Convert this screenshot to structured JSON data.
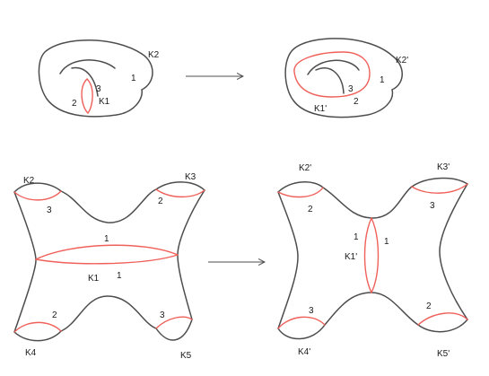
{
  "colors": {
    "surface": "#4d4d4d",
    "curve": "#f0605a",
    "arrow": "#4d4d4d"
  },
  "top_left": {
    "k1": "K1",
    "k2": "K2",
    "n1": "1",
    "n2": "2",
    "n3": "3"
  },
  "top_right": {
    "k1p": "K1'",
    "k2p": "K2'",
    "n1": "1",
    "n2": "2",
    "n3": "3"
  },
  "bottom_left": {
    "k1": "K1",
    "k2": "K2",
    "k3": "K3",
    "k4": "K4",
    "k5": "K5",
    "n1_top": "1",
    "n1_bottom": "1",
    "n3_k2": "3",
    "n2_k3": "2",
    "n2_k4": "2",
    "n3_k5": "3"
  },
  "bottom_right": {
    "k1p": "K1'",
    "k2p": "K2'",
    "k3p": "K3'",
    "k4p": "K4'",
    "k5p": "K5'",
    "n1_left": "1",
    "n1_right": "1",
    "n2_k2": "2",
    "n3_k3": "3",
    "n3_k4": "3",
    "n2_k5": "2"
  }
}
